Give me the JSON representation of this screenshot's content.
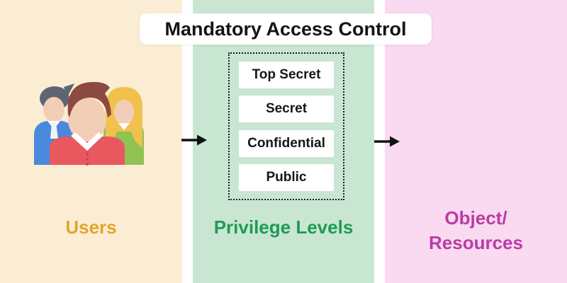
{
  "title": "Mandatory Access Control",
  "panels": {
    "users": {
      "label": "Users",
      "text_color": "#E2A42F",
      "bg_color": "#FBEDD3",
      "icon": "users-group-icon"
    },
    "privileges": {
      "label": "Privilege Levels",
      "text_color": "#1E9B55",
      "bg_color": "#C9E6D3",
      "levels": [
        "Top Secret",
        "Secret",
        "Confidential",
        "Public"
      ]
    },
    "objects": {
      "label_line1": "Object/",
      "label_line2": "Resources",
      "text_color": "#BC3BA4",
      "bg_color": "#F9DAF1",
      "icon": "cube-in-circle-icon"
    }
  },
  "arrows": {
    "color": "#111111",
    "users_to_privileges": "right-arrow",
    "privileges_to_objects": "right-arrow"
  },
  "accent_colors": {
    "magenta_stroke": "#B331A4",
    "cube_top_fill": "#FBD9F4",
    "cube_side_fill": "#F8C0ED",
    "dotted_border": "#1a1a1a"
  }
}
